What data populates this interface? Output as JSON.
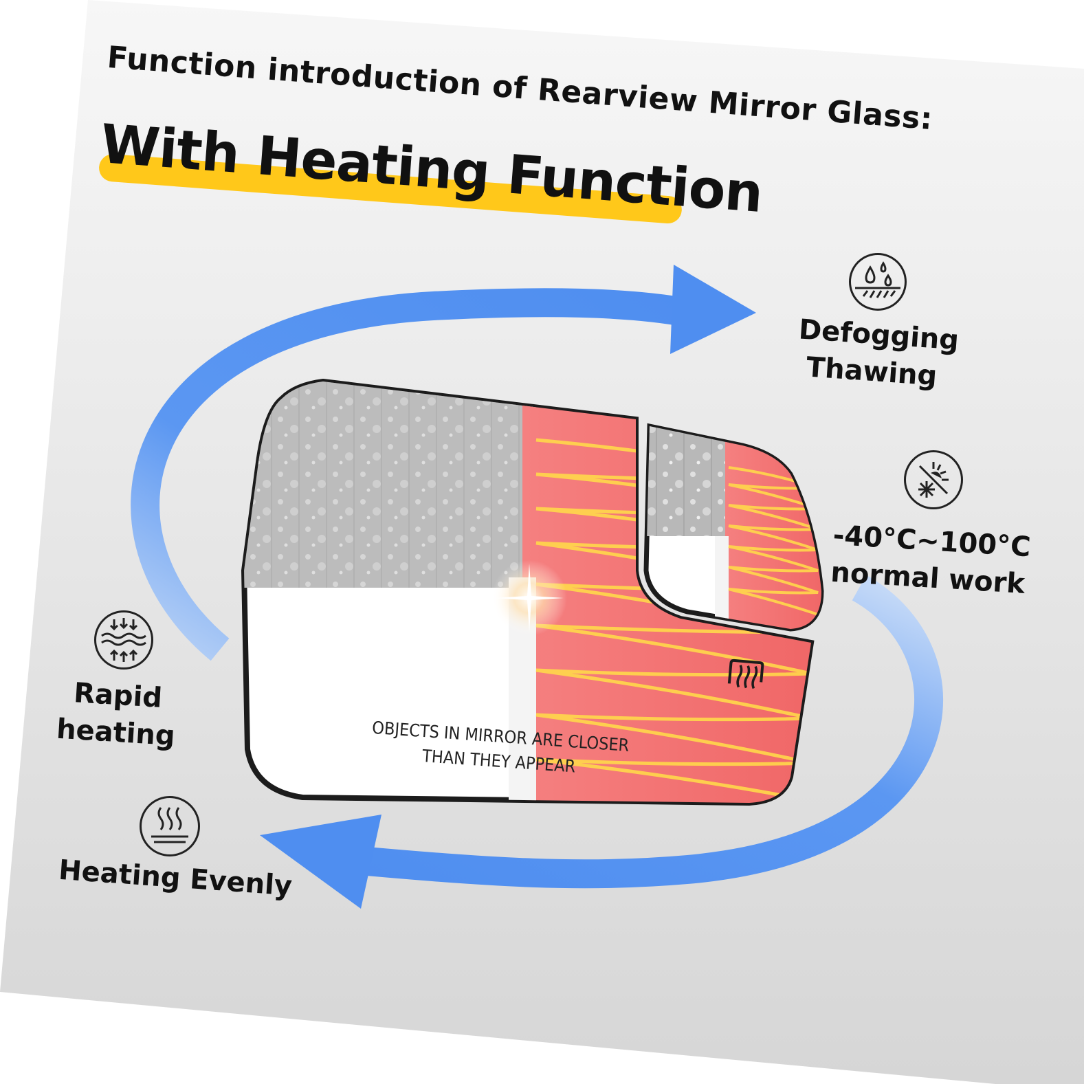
{
  "header": {
    "intro": "Function introduction of Rearview Mirror Glass:",
    "headline": "With Heating Function"
  },
  "features": [
    {
      "icon": "defog-droplets-icon",
      "lines": [
        "Defogging",
        "Thawing"
      ]
    },
    {
      "icon": "sun-snowflake-icon",
      "lines": [
        "-40°C~100°C",
        "normal work"
      ]
    },
    {
      "icon": "rapid-heating-waves-icon",
      "lines": [
        "Rapid",
        "heating"
      ]
    },
    {
      "icon": "heat-steam-icon",
      "lines": [
        "Heating Evenly"
      ]
    }
  ],
  "mirror": {
    "warning_line1": "OBJECTS IN MIRROR ARE CLOSER",
    "warning_line2": "THAN THEY APPEAR",
    "defrost_icon": "rear-defrost-icon"
  },
  "colors": {
    "accent_yellow": "#ffc81a",
    "arrow_blue": "#4f8ef0",
    "heat_red": "#f26d6d",
    "heat_wire": "#ffd84a"
  }
}
